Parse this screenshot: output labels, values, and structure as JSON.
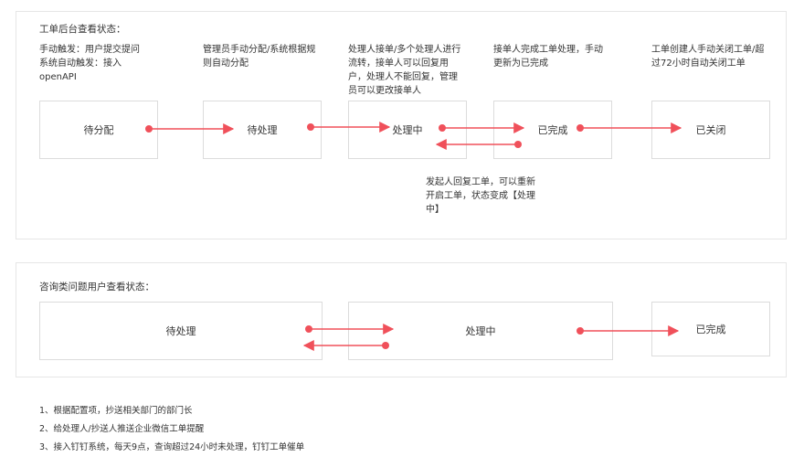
{
  "flow1": {
    "title": "工单后台查看状态：",
    "trigger": "手动触发：用户提交提问\n系统自动触发：接入\nopenAPI",
    "desc_assign": "管理员手动分配/系统根据规\n则自动分配",
    "desc_process": "处理人接单/多个处理人进行\n流转，接单人可以回复用\n户，处理人不能回复，管理\n员可以更改接单人",
    "desc_complete": "接单人完成工单处理，手动\n更新为已完成",
    "desc_close": "工单创建人手动关闭工单/超\n过72小时自动关闭工单",
    "desc_reopen": "发起人回复工单，可以重新\n开启工单，状态变成【处理\n中】",
    "states": [
      "待分配",
      "待处理",
      "处理中",
      "已完成",
      "已关闭"
    ]
  },
  "flow2": {
    "title": "咨询类问题用户查看状态：",
    "states": [
      "待处理",
      "处理中",
      "已完成"
    ]
  },
  "notes": [
    "1、根据配置项，抄送相关部门的部门长",
    "2、给处理人/抄送人推送企业微信工单提醒",
    "3、接入钉钉系统，每天9点，查询超过24小时未处理，钉钉工单催单"
  ],
  "colors": {
    "arrow": "#f0505a"
  }
}
